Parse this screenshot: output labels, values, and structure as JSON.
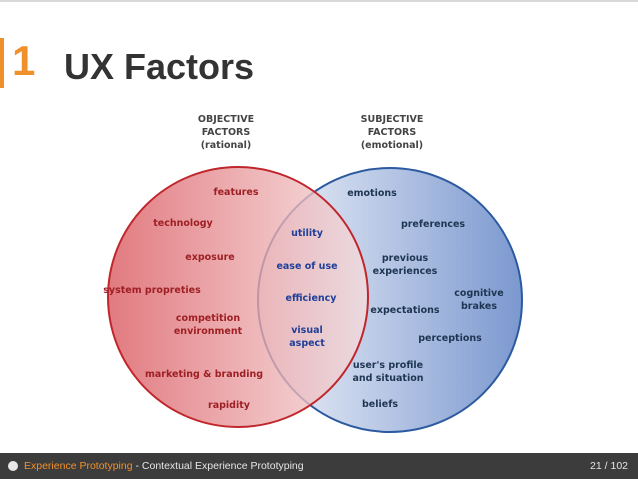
{
  "slide": {
    "number": "1",
    "title": "UX Factors"
  },
  "diagram": {
    "objective_header": [
      "OBJECTIVE",
      "FACTORS",
      "(rational)"
    ],
    "subjective_header": [
      "SUBJECTIVE",
      "FACTORS",
      "(emotional)"
    ],
    "objective_items": [
      [
        "features"
      ],
      [
        "technology"
      ],
      [
        "exposure"
      ],
      [
        "system propreties"
      ],
      [
        "competition",
        "environment"
      ],
      [
        "marketing & branding"
      ],
      [
        "rapidity"
      ]
    ],
    "shared_items": [
      [
        "utility"
      ],
      [
        "ease of use"
      ],
      [
        "efficiency"
      ],
      [
        "visual",
        "aspect"
      ]
    ],
    "subjective_items": [
      [
        "emotions"
      ],
      [
        "preferences"
      ],
      [
        "previous",
        "experiences"
      ],
      [
        "cognitive",
        "brakes"
      ],
      [
        "expectations"
      ],
      [
        "perceptions"
      ],
      [
        "user's profile",
        "and situation"
      ],
      [
        "beliefs"
      ]
    ],
    "colors": {
      "objective": "#c0272d",
      "subjective": "#2c5aa0",
      "shared_text": "#1f3f99",
      "header_text": "#444444"
    }
  },
  "footer": {
    "brand": "Experience Prototyping",
    "subtitle": " - Contextual Experience Prototyping",
    "page": "21 / 102"
  }
}
